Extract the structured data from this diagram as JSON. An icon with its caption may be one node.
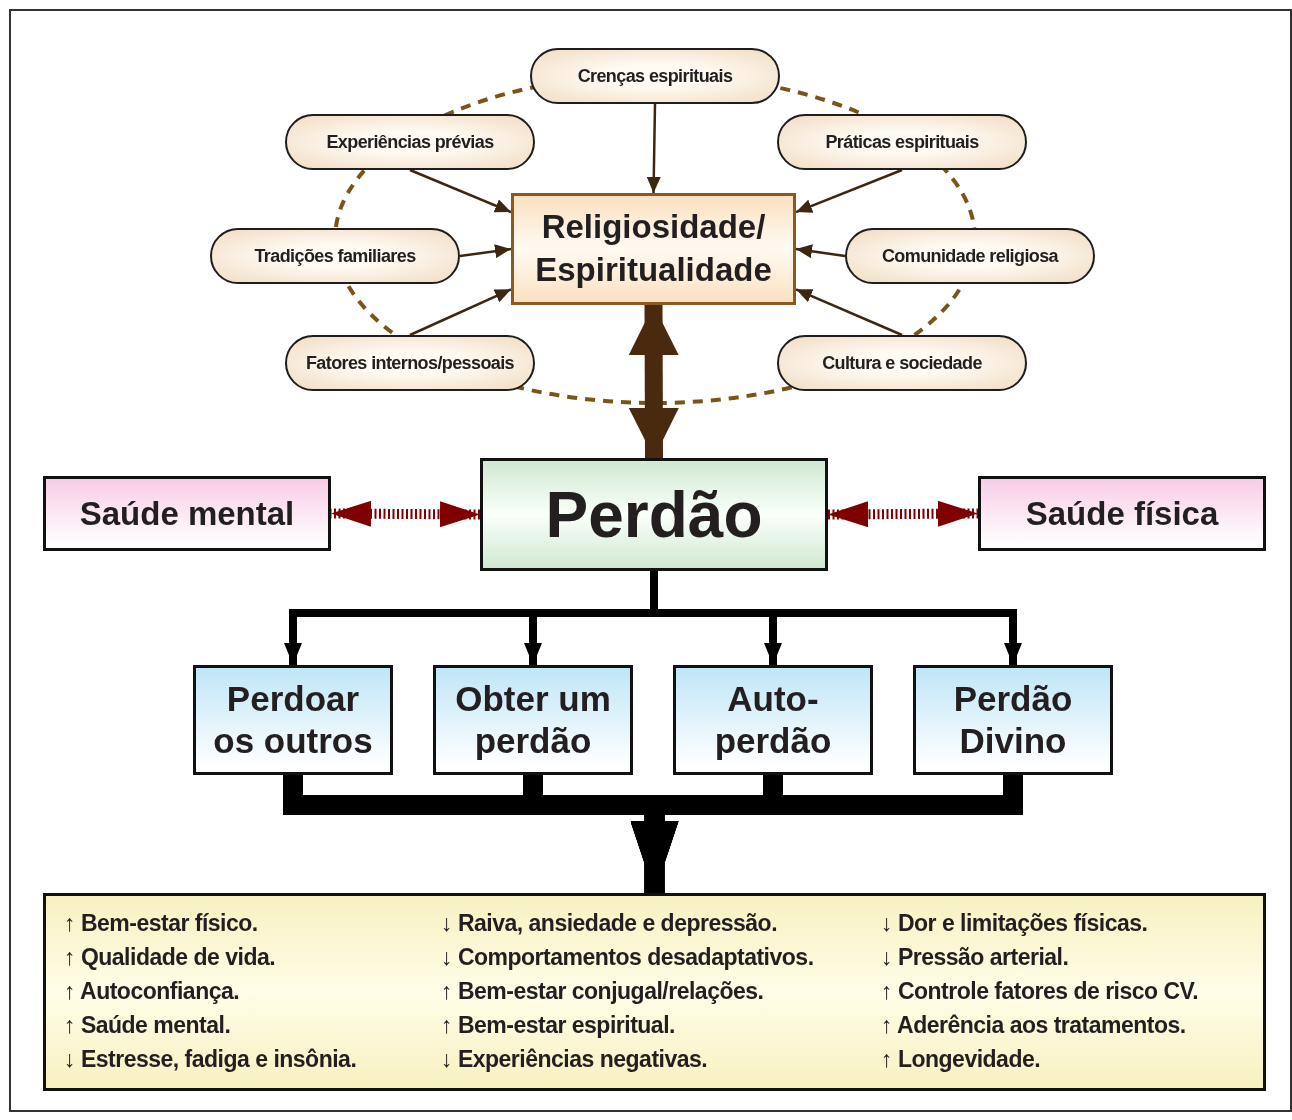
{
  "diagram": {
    "nodes": [
      {
        "text": [
          "Crenças espirituais"
        ]
      },
      {
        "text": [
          "Experiências prévias"
        ]
      },
      {
        "text": [
          "Práticas espirituais"
        ]
      },
      {
        "text": [
          "Tradições familiares"
        ]
      },
      {
        "text": [
          "Religiosidade/ Espiritualidade"
        ]
      },
      {
        "text": [
          "Comunidade religiosa"
        ]
      },
      {
        "text": [
          "Fatores internos/pessoais"
        ]
      },
      {
        "text": [
          "Cultura e sociedade"
        ]
      },
      {
        "text": [
          "Saúde mental"
        ]
      },
      {
        "text": [
          "Perdão"
        ]
      },
      {
        "text": [
          "Saúde física"
        ]
      },
      {
        "text": [
          "Perdoar os outros"
        ]
      },
      {
        "text": [
          "Obter um perdão"
        ]
      },
      {
        "text": [
          "Auto- perdão"
        ]
      },
      {
        "text": [
          "Perdão Divino"
        ]
      },
      {
        "text": [
          "↑ Bem-estar físico.",
          "↑ Qualidade de vida.",
          "↑ Autoconfiança.",
          "↑ Saúde mental.",
          "↓ Estresse, fadiga e insônia.",
          "↓ Raiva, ansiedade e depressão.",
          "↓ Comportamentos desadaptativos.",
          "↑ Bem-estar conjugal/relações.",
          "↑ Bem-estar espiritual.",
          "↓ Experiências negativas.",
          "↓ Dor e limitações físicas.",
          "↓ Pressão arterial.",
          "↑ Controle fatores de risco CV.",
          "↑ Aderência aos tratamentos.",
          "↑ Longevidade."
        ]
      }
    ],
    "edges": [
      {
        "from": 0,
        "to": 4,
        "arrow": "to"
      },
      {
        "from": 1,
        "to": 4,
        "arrow": "to"
      },
      {
        "from": 2,
        "to": 4,
        "arrow": "to"
      },
      {
        "from": 3,
        "to": 4,
        "arrow": "to"
      },
      {
        "from": 5,
        "to": 4,
        "arrow": "to"
      },
      {
        "from": 6,
        "to": 4,
        "arrow": "to"
      },
      {
        "from": 7,
        "to": 4,
        "arrow": "to"
      },
      {
        "from": 4,
        "to": 9,
        "arrow": "both",
        "style": "thick"
      },
      {
        "from": 9,
        "to": 8,
        "arrow": "both",
        "style": "dashed",
        "color": "#7f0000"
      },
      {
        "from": 9,
        "to": 10,
        "arrow": "both",
        "style": "dashed",
        "color": "#7f0000"
      },
      {
        "from": 9,
        "to": 11,
        "arrow": "to",
        "color": "#000000"
      },
      {
        "from": 9,
        "to": 12,
        "arrow": "to",
        "color": "#000000"
      },
      {
        "from": 9,
        "to": 13,
        "arrow": "to",
        "color": "#000000"
      },
      {
        "from": 9,
        "to": 14,
        "arrow": "to",
        "color": "#000000"
      },
      {
        "from": 11,
        "to": 15,
        "arrow": "to",
        "style": "thick",
        "color": "#000000"
      },
      {
        "from": 12,
        "to": 15,
        "arrow": "to",
        "style": "thick",
        "color": "#000000"
      },
      {
        "from": 13,
        "to": 15,
        "arrow": "to",
        "style": "thick",
        "color": "#000000"
      },
      {
        "from": 14,
        "to": 15,
        "arrow": "to",
        "style": "thick",
        "color": "#000000"
      }
    ]
  }
}
